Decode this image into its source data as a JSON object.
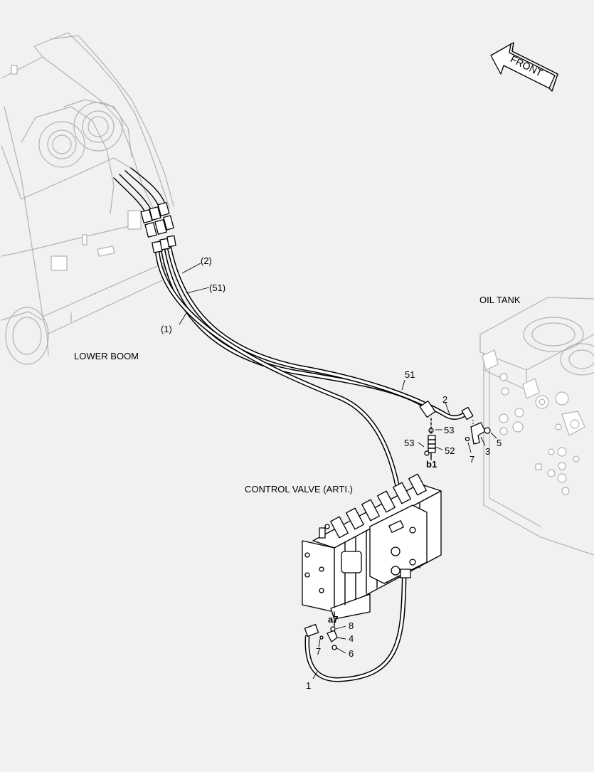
{
  "direction_arrow": {
    "label": "FRONT"
  },
  "assemblies": {
    "lower_boom": "LOWER BOOM",
    "oil_tank": "OIL TANK",
    "control_valve": "CONTROL VALVE (ARTI.)"
  },
  "callouts": {
    "c_2_ref": "(2)",
    "c_51_ref": "(51)",
    "c_1_ref": "(1)",
    "c_51": "51",
    "c_2": "2",
    "c_53_top": "53",
    "c_53_left": "53",
    "c_52": "52",
    "c_b1": "b1",
    "c_3": "3",
    "c_5": "5",
    "c_7_top": "7",
    "c_a7": "a7",
    "c_8": "8",
    "c_4": "4",
    "c_7_bottom": "7",
    "c_6": "6",
    "c_1": "1"
  }
}
